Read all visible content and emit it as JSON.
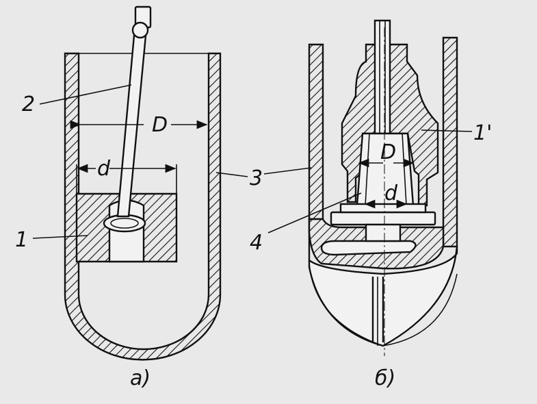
{
  "figure_a": {
    "caption": "а)",
    "labels": {
      "part1": "1",
      "part2": "2",
      "part3": "3",
      "outer_diameter": "D",
      "inner_diameter": "d"
    }
  },
  "figure_b": {
    "caption": "б)",
    "labels": {
      "part1": "1'",
      "part4": "4",
      "outer_diameter": "D",
      "inner_diameter": "d"
    }
  },
  "colors": {
    "background": "#e9e9e9",
    "ink": "#111111"
  }
}
